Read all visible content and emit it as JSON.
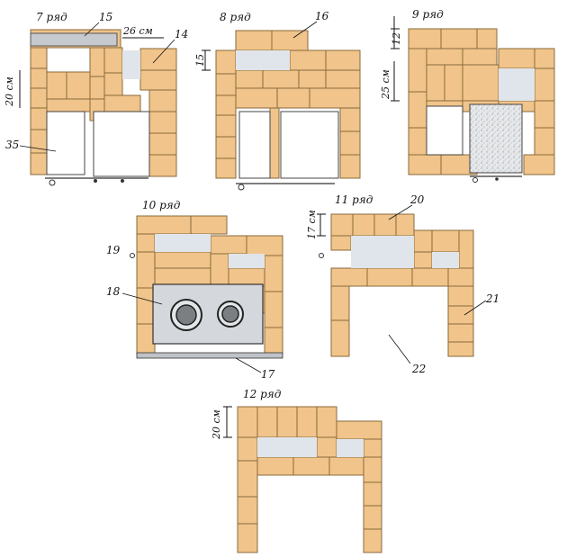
{
  "colors": {
    "brick": "#f0c48a",
    "mortar": "#8a6a3c",
    "cavity": "#ffffff",
    "shade": "#dde3e8",
    "plate": "#cfd3d8",
    "ink": "#111111"
  },
  "rows": {
    "r7": "7 ряд",
    "r8": "8 ряд",
    "r9": "9 ряд",
    "r10": "10 ряд",
    "r11": "11 ряд",
    "r12": "12 ряд"
  },
  "dims": {
    "d26": "26 см",
    "d20a": "20 см",
    "d15": "15",
    "d12": "12",
    "d25": "25 см",
    "d17": "17 см",
    "d20b": "20 см"
  },
  "callouts": {
    "c15": "15",
    "c14": "14",
    "c35": "35",
    "c16": "16",
    "c19": "19",
    "c18": "18",
    "c17": "17",
    "c20": "20",
    "c21": "21",
    "c22": "22"
  }
}
